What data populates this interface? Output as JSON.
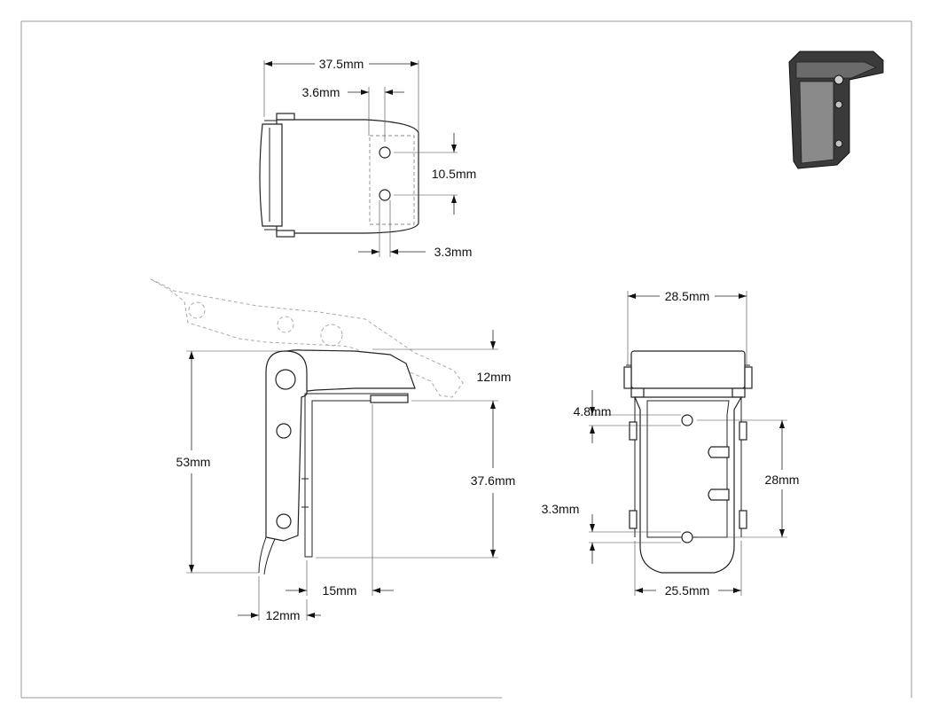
{
  "dimensions": {
    "top_overall_width": "37.5mm",
    "top_hole_offset": "3.6mm",
    "top_hole_spacing": "10.5mm",
    "top_hole_diameter": "3.3mm",
    "side_height_open": "12mm",
    "side_total_height": "53mm",
    "side_base_height": "37.6mm",
    "side_offset_a": "15mm",
    "side_offset_b": "12mm",
    "front_top_width": "28.5mm",
    "front_hole_diameter_top": "4.8mm",
    "front_hole_spacing": "28mm",
    "front_hole_diameter_bottom": "3.3mm",
    "front_bottom_width": "25.5mm"
  },
  "colors": {
    "line": "#222222",
    "ghost": "#aaaaaa",
    "frame": "#9a9a9a",
    "render_dark": "#3a3a3a"
  }
}
